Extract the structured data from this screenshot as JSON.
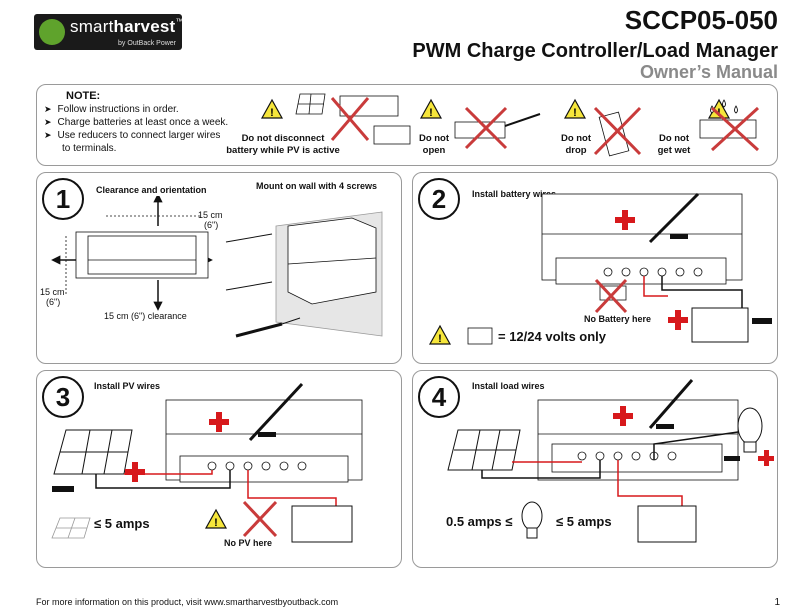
{
  "brand": {
    "name_light": "smart",
    "name_bold": "harvest",
    "trademark": "™",
    "by": "by OutBack Power"
  },
  "header": {
    "model": "SCCP05-050",
    "product": "PWM Charge Controller/Load Manager",
    "document": "Owner’s Manual"
  },
  "note": {
    "title": "NOTE:",
    "items": [
      "Follow instructions in order.",
      "Charge batteries at least once a week.",
      "Use reducers to connect larger wires",
      "to terminals."
    ]
  },
  "warnings": [
    {
      "label": "Do not disconnect battery while PV is active"
    },
    {
      "label": "Do not open"
    },
    {
      "label": "Do not drop"
    },
    {
      "label": "Do not get wet"
    }
  ],
  "steps": [
    {
      "number": "1",
      "title": "Clearance and orientation",
      "mount_title": "Mount on wall with 4 screws",
      "clear_top": "15 cm",
      "clear_top_in": "(6\")",
      "clear_left": "15 cm",
      "clear_left_in": "(6\")",
      "clear_bottom": "15 cm (6\") clearance"
    },
    {
      "number": "2",
      "title": "Install battery wires",
      "no_battery": "No Battery here",
      "volts": "= 12/24 volts only"
    },
    {
      "number": "3",
      "title": "Install PV wires",
      "amps": "≤ 5 amps",
      "no_pv": "No PV here"
    },
    {
      "number": "4",
      "title": "Install load wires",
      "amps_low": "0.5 amps ≤",
      "amps_high": "≤ 5 amps"
    }
  ],
  "footer": {
    "text": "For more information on this product, visit www.smartharvestbyoutback.com",
    "page": "1"
  },
  "colors": {
    "accent_red": "#d7191c",
    "warning_yellow": "#f6e63b",
    "brand_green": "#5fa32c",
    "x_red": "#c93b3b"
  }
}
